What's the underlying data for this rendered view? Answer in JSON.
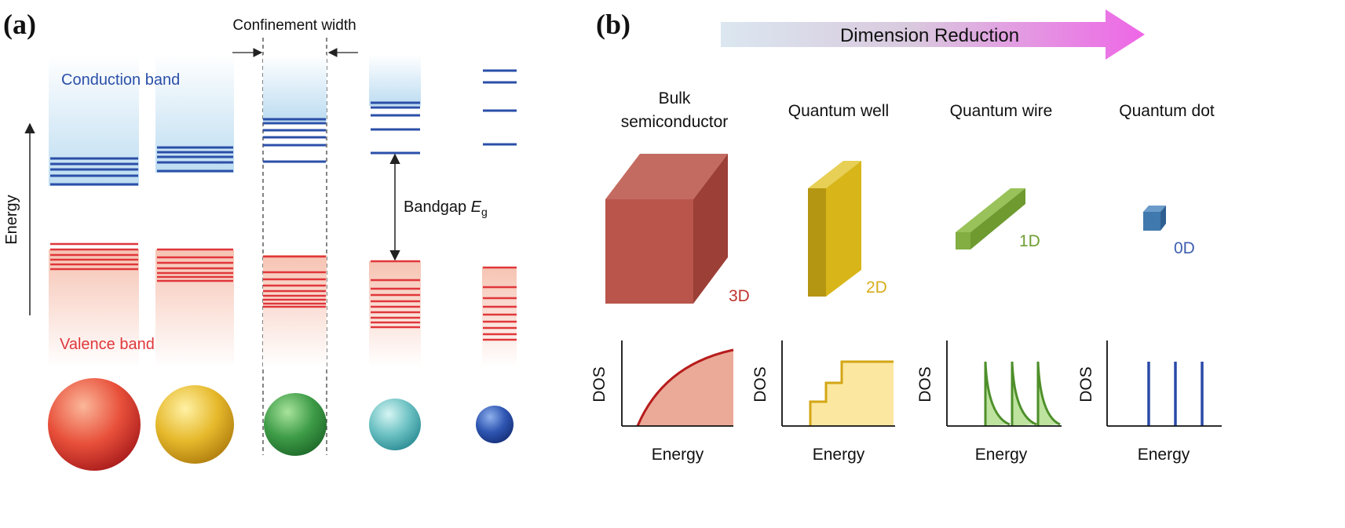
{
  "panel_a": {
    "letter": "(a)",
    "confinement_label": "Confinement width",
    "conduction_label": "Conduction band",
    "valence_label": "Valence band",
    "energy_label": "Energy",
    "bandgap_label": "Bandgap ",
    "bandgap_symbol": "E",
    "bandgap_subscript": "g"
  },
  "panel_b": {
    "letter": "(b)",
    "arrow_label": "Dimension Reduction",
    "columns": [
      {
        "title_line1": "Bulk",
        "title_line2": "semiconductor",
        "dim": "3D",
        "dos_axis": "DOS",
        "energy_axis": "Energy"
      },
      {
        "title_line1": "Quantum well",
        "title_line2": "",
        "dim": "2D",
        "dos_axis": "DOS",
        "energy_axis": "Energy"
      },
      {
        "title_line1": "Quantum wire",
        "title_line2": "",
        "dim": "1D",
        "dos_axis": "DOS",
        "energy_axis": "Energy"
      },
      {
        "title_line1": "Quantum dot",
        "title_line2": "",
        "dim": "0D",
        "dos_axis": "DOS",
        "energy_axis": "Energy"
      }
    ]
  },
  "colors": {
    "conduction": "#2b4fa8",
    "valence": "#e0373b",
    "bulk": "#b9554b",
    "well": "#d8b61a",
    "wire": "#7aa53a",
    "dot": "#3f79ad",
    "label_3d": "#c0342f",
    "label_2d": "#d8ad1a",
    "label_1d": "#6e9e33",
    "label_0d": "#3f5fb0"
  }
}
